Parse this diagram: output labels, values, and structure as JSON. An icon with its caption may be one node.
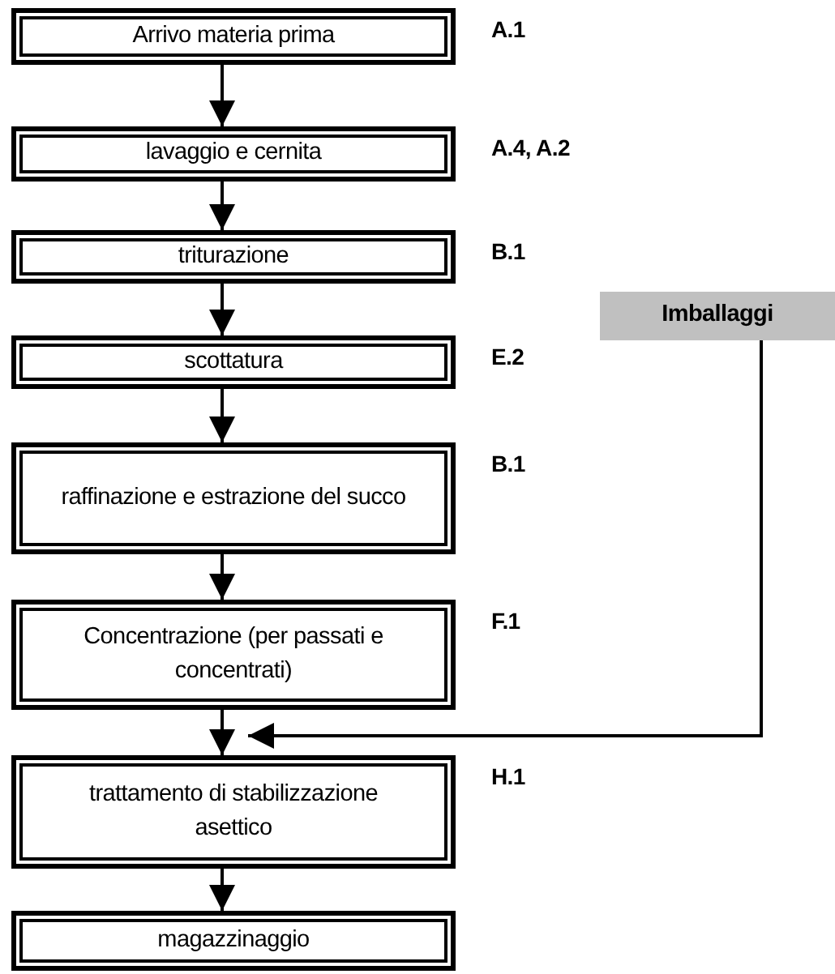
{
  "diagram": {
    "nodes": [
      {
        "text": [
          "Arrivo materia prima"
        ],
        "beside": [
          "A.1"
        ]
      },
      {
        "text": [
          "lavaggio e cernita"
        ],
        "beside": [
          "A.4, A.2"
        ]
      },
      {
        "text": [
          "triturazione"
        ],
        "beside": [
          "B.1"
        ]
      },
      {
        "text": [
          "scottatura"
        ],
        "beside": [
          "E.2"
        ]
      },
      {
        "text": [
          "raffinazione e estrazione del succo"
        ],
        "beside": [
          "B.1"
        ]
      },
      {
        "text": [
          "Concentrazione (per passati e concentrati)"
        ],
        "beside": [
          "F.1"
        ]
      },
      {
        "text": [
          "trattamento di stabilizzazione asettico"
        ],
        "beside": [
          "H.1"
        ]
      },
      {
        "text": [
          "magazzinaggio"
        ]
      },
      {
        "text": [
          "Imballaggi"
        ]
      }
    ],
    "edges": [
      {
        "from": 0,
        "to": 1,
        "arrow": "to"
      },
      {
        "from": 1,
        "to": 2,
        "arrow": "to"
      },
      {
        "from": 2,
        "to": 3,
        "arrow": "to"
      },
      {
        "from": 3,
        "to": 4,
        "arrow": "to"
      },
      {
        "from": 4,
        "to": 5,
        "arrow": "to"
      },
      {
        "from": 5,
        "to": 6,
        "arrow": "to"
      },
      {
        "from": 6,
        "to": 7,
        "arrow": "to"
      },
      {
        "from": 8,
        "to": 6,
        "arrow": "to"
      }
    ]
  }
}
